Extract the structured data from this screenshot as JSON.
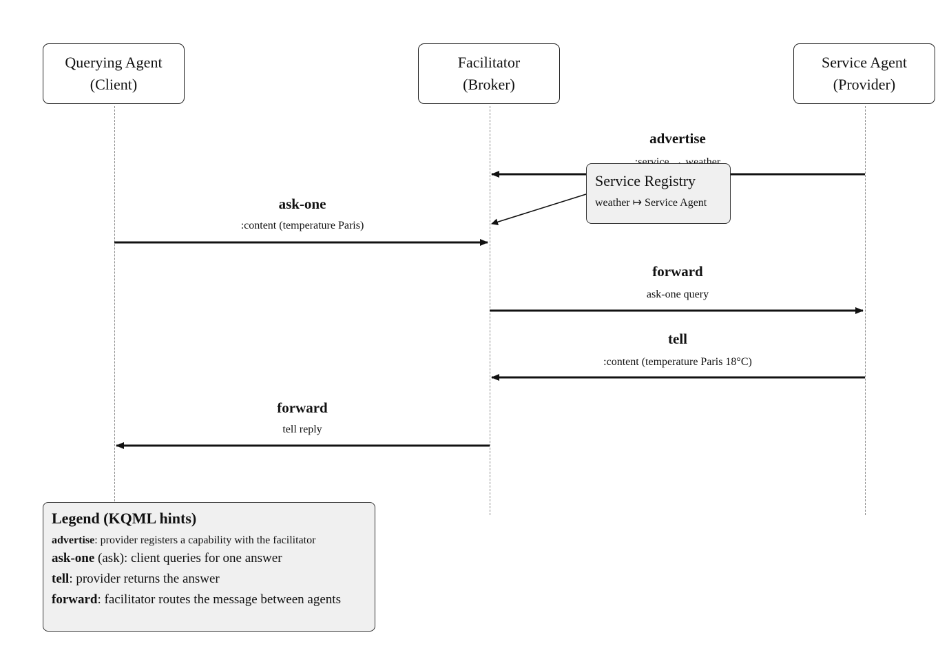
{
  "actors": [
    {
      "line1": "Querying Agent",
      "line2": "(Client)"
    },
    {
      "line1": "Facilitator",
      "line2": "(Broker)"
    },
    {
      "line1": "Service Agent",
      "line2": "(Provider)"
    }
  ],
  "messages": [
    {
      "title": "advertise",
      "subtitle": ":service → weather",
      "from": "Service Agent",
      "to": "Facilitator"
    },
    {
      "title": "ask-one",
      "subtitle": ":content (temperature Paris)",
      "from": "Querying Agent",
      "to": "Facilitator"
    },
    {
      "title": "forward",
      "subtitle": "ask-one query",
      "from": "Facilitator",
      "to": "Service Agent"
    },
    {
      "title": "tell",
      "subtitle": ":content (temperature Paris 18°C)",
      "from": "Service Agent",
      "to": "Facilitator"
    },
    {
      "title": "forward",
      "subtitle": "tell reply",
      "from": "Facilitator",
      "to": "Querying Agent"
    }
  ],
  "registry": {
    "title": "Service Registry",
    "entry": "weather ↦ Service Agent"
  },
  "legend": {
    "title": "Legend (KQML hints)",
    "items": [
      {
        "term": "advertise",
        "desc": ": provider registers a capability with the facilitator"
      },
      {
        "term": "ask-one",
        "desc": " (ask): client queries for one answer"
      },
      {
        "term": "tell",
        "desc": ": provider returns the answer"
      },
      {
        "term": "forward",
        "desc": ": facilitator routes the message between agents"
      }
    ]
  }
}
